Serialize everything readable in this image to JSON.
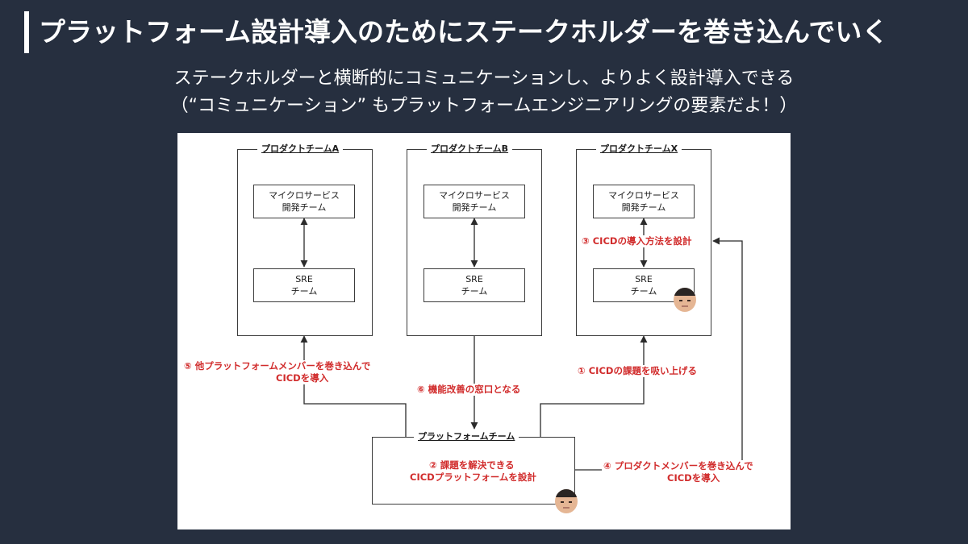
{
  "slide": {
    "title": "プラットフォーム設計導入のためにステークホルダーを巻き込んでいく",
    "subtitle_line1": "ステークホルダーと横断的にコミュニケーションし、よりよく設計導入できる",
    "subtitle_line2": "（“コミュニケーション” もプラットフォームエンジニアリングの要素だよ！）"
  },
  "diagram": {
    "teams": [
      {
        "title": "プロダクトチームA",
        "dev_line1": "マイクロサービス",
        "dev_line2": "開発チーム",
        "sre_line1": "SRE",
        "sre_line2": "チーム"
      },
      {
        "title": "プロダクトチームB",
        "dev_line1": "マイクロサービス",
        "dev_line2": "開発チーム",
        "sre_line1": "SRE",
        "sre_line2": "チーム"
      },
      {
        "title": "プロダクトチームX",
        "dev_line1": "マイクロサービス",
        "dev_line2": "開発チーム",
        "sre_line1": "SRE",
        "sre_line2": "チーム"
      }
    ],
    "platform_team": {
      "title": "プラットフォームチーム",
      "step2_line1": "② 課題を解決できる",
      "step2_line2": "CICDプラットフォームを設計"
    },
    "steps": {
      "step1": "① CICDの課題を吸い上げる",
      "step3": "③ CICDの導入方法を設計",
      "step4_line1": "④ プロダクトメンバーを巻き込んで",
      "step4_line2": "CICDを導入",
      "step5_line1": "⑤ 他プラットフォームメンバーを巻き込んで",
      "step5_line2": "CICDを導入",
      "step6": "⑥ 機能改善の窓口となる"
    },
    "colors": {
      "background": "#262f3f",
      "accent_red": "#d12c2c",
      "line": "#3b3b3b"
    }
  }
}
